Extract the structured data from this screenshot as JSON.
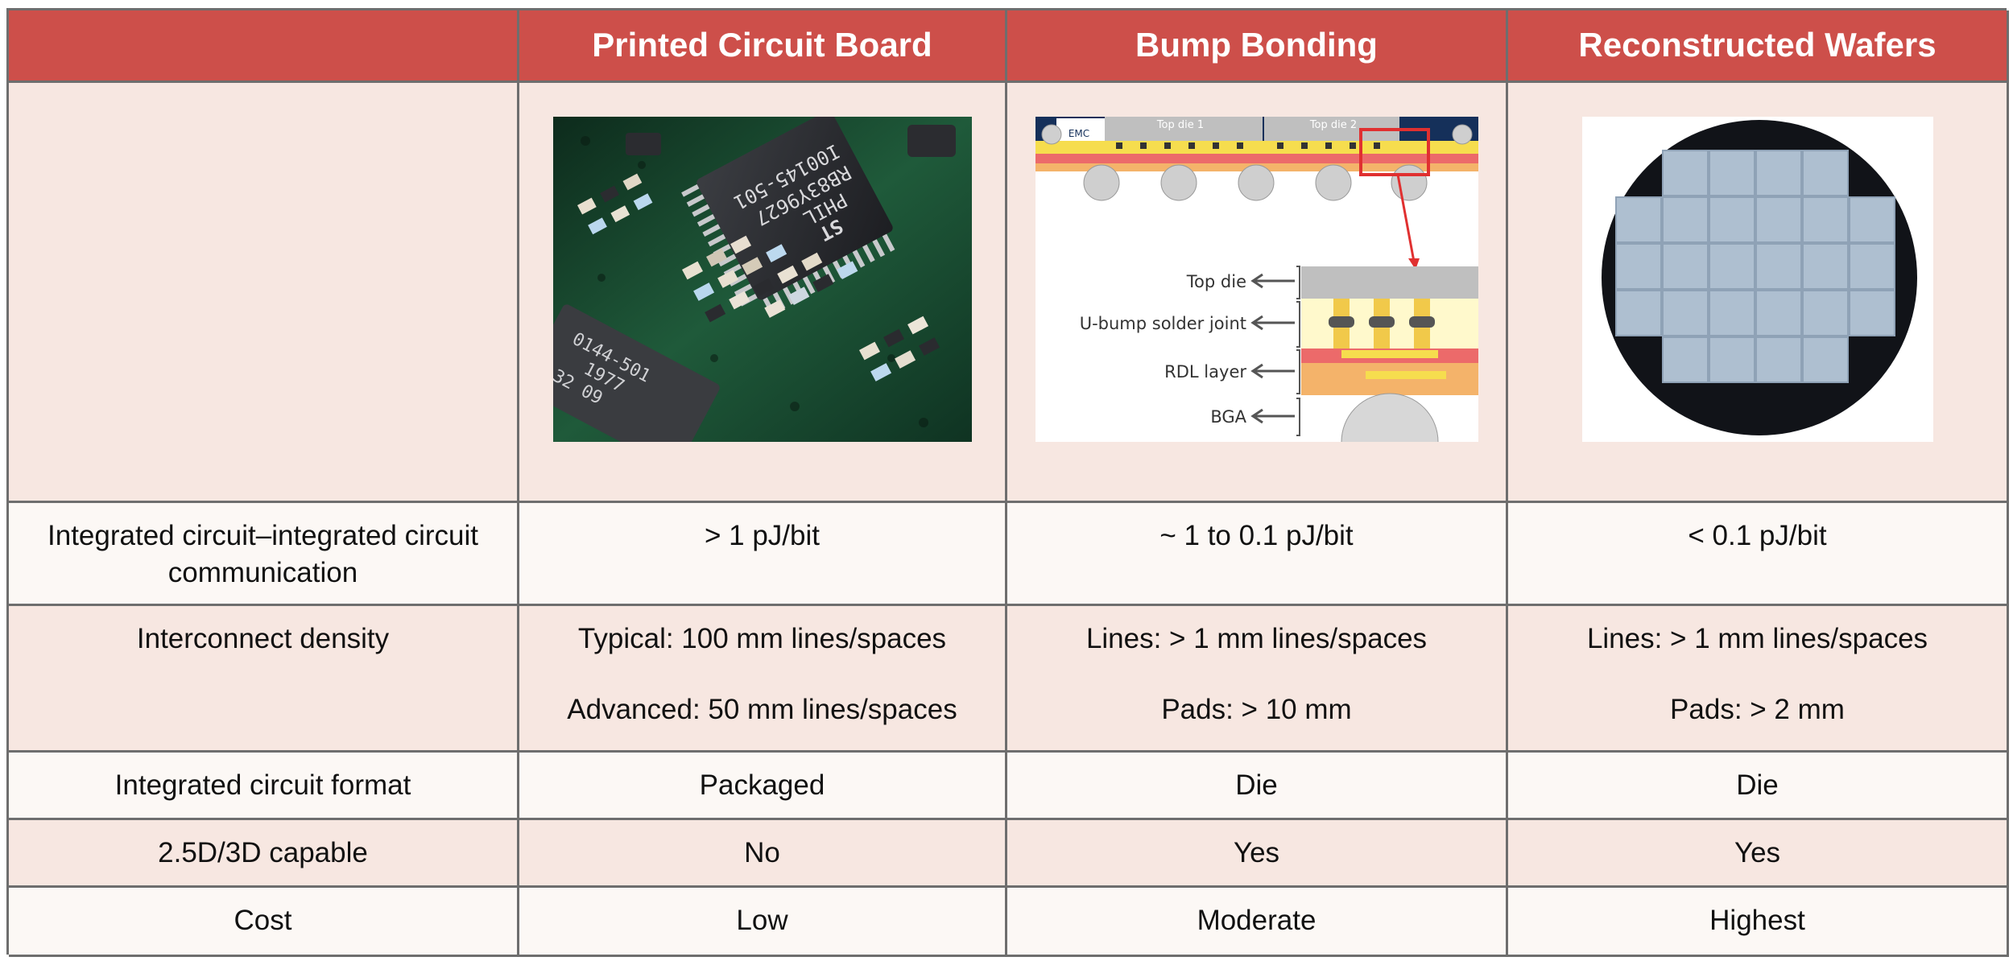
{
  "header": {
    "col0": "",
    "col1": "Printed Circuit Board",
    "col2": "Bump Bonding",
    "col3": "Reconstructed Wafers"
  },
  "figures": {
    "pcb": {
      "chip_text_1": "ST",
      "chip_text_2": "PHIL",
      "chip_text_3": "RB83Y9627",
      "chip_text_4": "I00145-501",
      "chip_text_5": "0144-501",
      "chip_text_6": "1977",
      "chip_text_7": "32 09"
    },
    "bump": {
      "top_die_1": "Top die 1",
      "top_die_2": "Top die 2",
      "emc": "EMC",
      "label_top_die": "Top die",
      "label_ubump": "U-bump solder joint",
      "label_rdl": "RDL layer",
      "label_bga": "BGA"
    }
  },
  "rows": [
    {
      "label": "Integrated circuit–integrated circuit communication",
      "pcb": "> 1 pJ/bit",
      "bump": "~ 1 to 0.1 pJ/bit",
      "wafer": "< 0.1 pJ/bit"
    },
    {
      "label": "Interconnect density",
      "pcb": [
        "Typical: 100 mm lines/spaces",
        "Advanced: 50 mm lines/spaces"
      ],
      "bump": [
        "Lines: > 1 mm lines/spaces",
        "Pads: > 10 mm"
      ],
      "wafer": [
        "Lines: > 1 mm lines/spaces",
        "Pads: > 2 mm"
      ]
    },
    {
      "label": "Integrated circuit format",
      "pcb": "Packaged",
      "bump": "Die",
      "wafer": "Die"
    },
    {
      "label": "2.5D/3D capable",
      "pcb": "No",
      "bump": "Yes",
      "wafer": "Yes"
    },
    {
      "label": "Cost",
      "pcb": "Low",
      "bump": "Moderate",
      "wafer": "Highest"
    }
  ],
  "colors": {
    "header_bg": "#cd4f4a",
    "row_tint": "#f7e7e1",
    "row_light": "#fcf8f5",
    "border": "#6e6e6e"
  }
}
